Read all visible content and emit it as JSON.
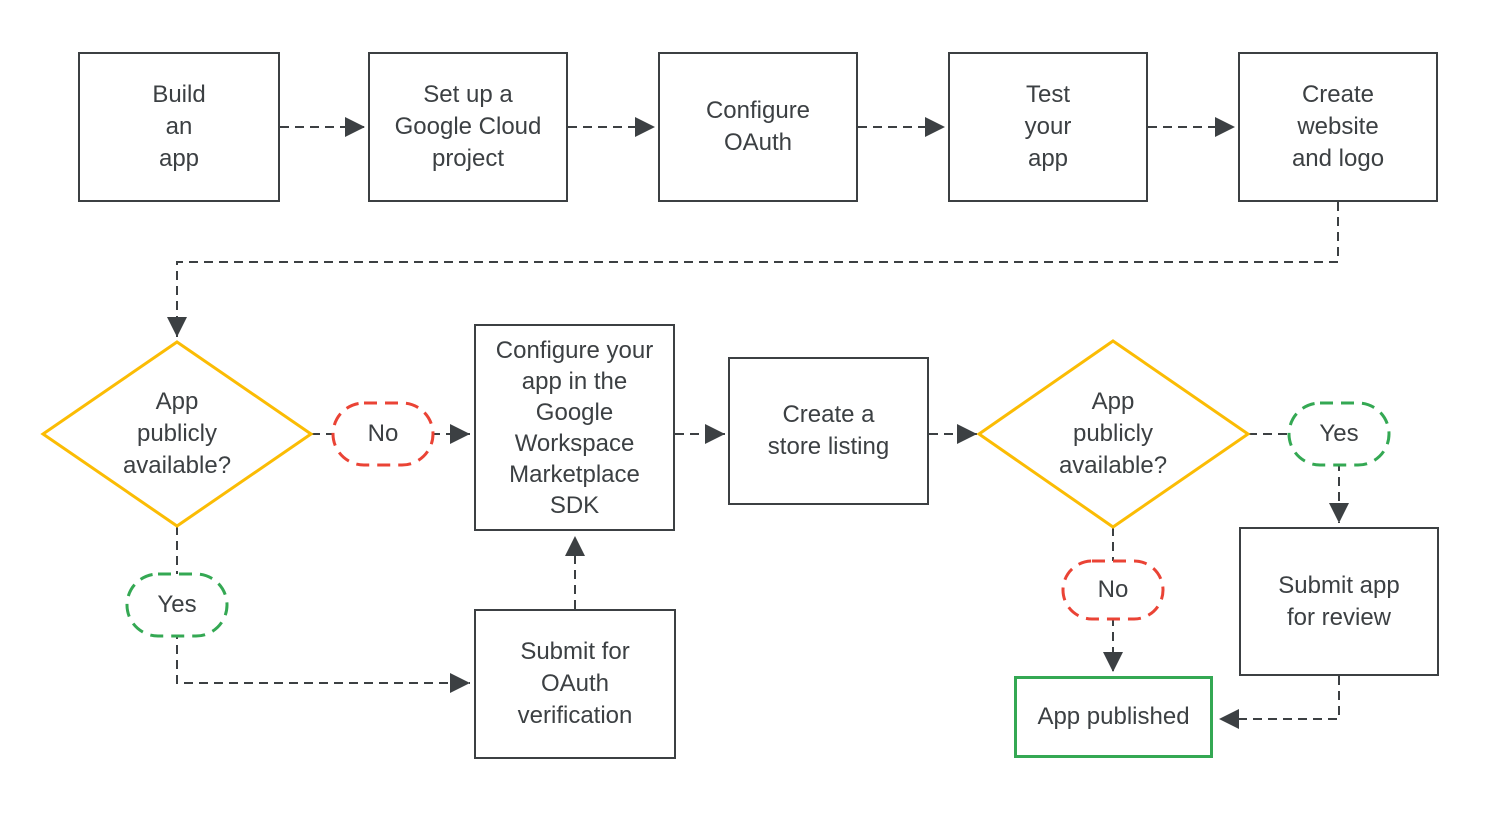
{
  "title": "Google Workspace Marketplace app publishing flowchart",
  "colors": {
    "gray": "#3c4043",
    "yellow": "#fbbc04",
    "red": "#ea4335",
    "green": "#34a853"
  },
  "nodes": {
    "build_app": {
      "label": "Build\nan\napp",
      "type": "process"
    },
    "cloud_project": {
      "label": "Set up a\nGoogle Cloud\nproject",
      "type": "process"
    },
    "configure_oauth": {
      "label": "Configure\nOAuth",
      "type": "process"
    },
    "test_app": {
      "label": "Test\nyour\napp",
      "type": "process"
    },
    "create_website": {
      "label": "Create\nwebsite\nand logo",
      "type": "process"
    },
    "decision1": {
      "label": "App\npublicly\navailable?",
      "type": "decision"
    },
    "no1": {
      "label": "No",
      "type": "branch-label",
      "color": "#ea4335"
    },
    "yes1": {
      "label": "Yes",
      "type": "branch-label",
      "color": "#34a853"
    },
    "configure_sdk": {
      "label": "Configure your\napp in the\nGoogle\nWorkspace\nMarketplace\nSDK",
      "type": "process"
    },
    "submit_oauth": {
      "label": "Submit for\nOAuth\nverification",
      "type": "process"
    },
    "store_listing": {
      "label": "Create a\nstore listing",
      "type": "process"
    },
    "decision2": {
      "label": "App\npublicly\navailable?",
      "type": "decision"
    },
    "yes2": {
      "label": "Yes",
      "type": "branch-label",
      "color": "#34a853"
    },
    "no2": {
      "label": "No",
      "type": "branch-label",
      "color": "#ea4335"
    },
    "submit_review": {
      "label": "Submit app\nfor review",
      "type": "process"
    },
    "app_published": {
      "label": "App published",
      "type": "terminal",
      "color": "#34a853"
    }
  },
  "edges": [
    {
      "from": "build_app",
      "to": "cloud_project"
    },
    {
      "from": "cloud_project",
      "to": "configure_oauth"
    },
    {
      "from": "configure_oauth",
      "to": "test_app"
    },
    {
      "from": "test_app",
      "to": "create_website"
    },
    {
      "from": "create_website",
      "to": "decision1"
    },
    {
      "from": "decision1",
      "to": "configure_sdk",
      "via": "no1"
    },
    {
      "from": "decision1",
      "to": "submit_oauth",
      "via": "yes1"
    },
    {
      "from": "submit_oauth",
      "to": "configure_sdk"
    },
    {
      "from": "configure_sdk",
      "to": "store_listing"
    },
    {
      "from": "store_listing",
      "to": "decision2"
    },
    {
      "from": "decision2",
      "to": "submit_review",
      "via": "yes2"
    },
    {
      "from": "decision2",
      "to": "app_published",
      "via": "no2"
    },
    {
      "from": "submit_review",
      "to": "app_published"
    }
  ]
}
